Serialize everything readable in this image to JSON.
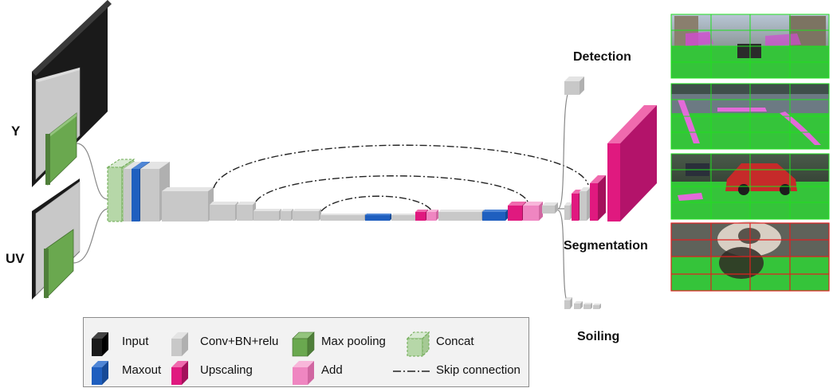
{
  "inputs": {
    "y_label": "Y",
    "uv_label": "UV"
  },
  "outputs": {
    "detection_label": "Detection",
    "segmentation_label": "Segmentation",
    "soiling_label": "Soiling"
  },
  "legend": {
    "items": [
      {
        "label": "Input",
        "color": "#1a1a1a"
      },
      {
        "label": "Conv+BN+relu",
        "color": "#c8c8c8"
      },
      {
        "label": "Max pooling",
        "color": "#6aa84f"
      },
      {
        "label": "Concat",
        "color": "#b6d7a8"
      },
      {
        "label": "Maxout",
        "color": "#1f5fbf"
      },
      {
        "label": "Upscaling",
        "color": "#e0197f"
      },
      {
        "label": "Add",
        "color": "#ef86c1"
      },
      {
        "label": "Skip connection",
        "color": "#333333"
      }
    ]
  },
  "colors": {
    "input": "#1a1a1a",
    "conv": "#c8c8c8",
    "pool": "#6aa84f",
    "concat": "#b6d7a8",
    "maxout": "#1f5fbf",
    "upscale": "#e0197f",
    "add": "#ef86c1",
    "grid_green": "#2fd12f",
    "grid_red": "#e02020"
  }
}
